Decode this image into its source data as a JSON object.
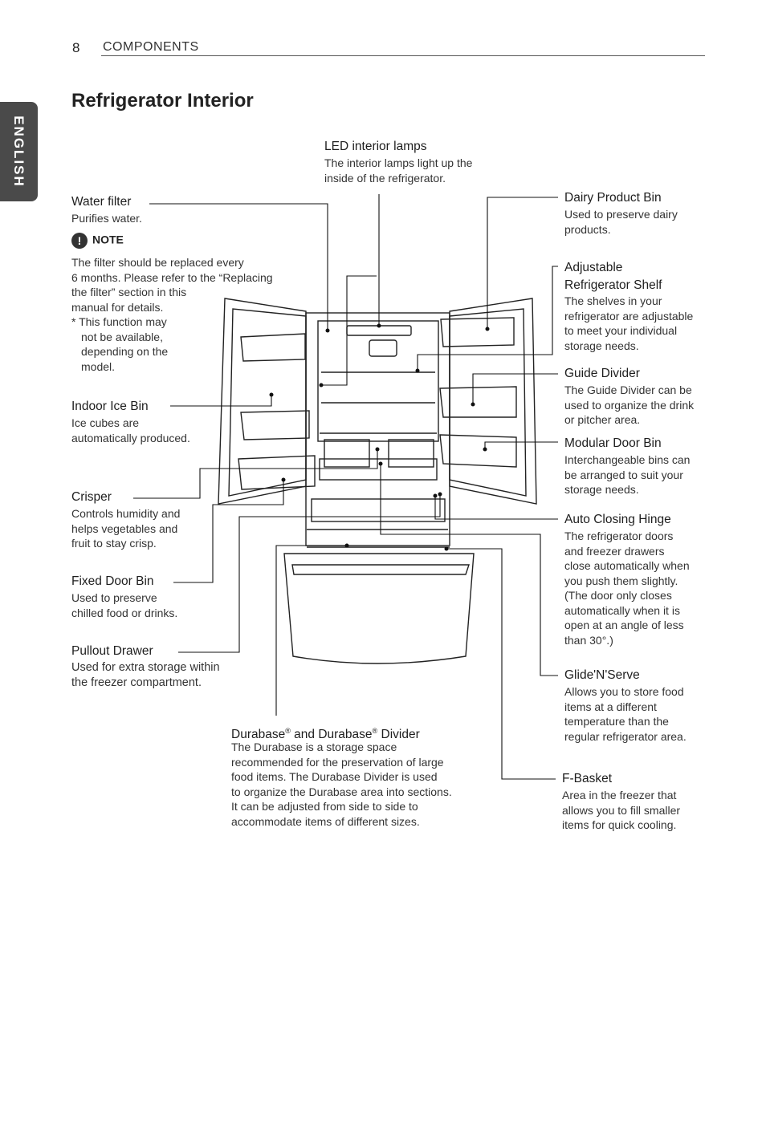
{
  "header": {
    "page_number": "8",
    "section": "COMPONENTS"
  },
  "side_tab": {
    "label": "ENGLISH"
  },
  "title": "Refrigerator Interior",
  "labels": {
    "led_title": "LED interior lamps",
    "led_desc": [
      "The interior lamps light up the",
      "inside of the refrigerator."
    ],
    "water_title": "Water filter",
    "water_desc": [
      "Purifies water."
    ],
    "note_label": "NOTE",
    "note_desc": [
      "The filter should be replaced every",
      "6 months. Please refer to the “Replacing",
      "the filter” section in this",
      "manual for details.",
      "* This function may",
      "not be available,",
      "depending on the",
      "model."
    ],
    "ice_title": "Indoor Ice Bin",
    "ice_desc": [
      "Ice cubes are",
      "automatically produced."
    ],
    "crisper_title": "Crisper",
    "crisper_desc": [
      "Controls humidity and",
      "helps vegetables and",
      "fruit to stay crisp."
    ],
    "fixed_title": "Fixed Door Bin",
    "fixed_desc": [
      "Used to preserve",
      "chilled food or drinks."
    ],
    "pullout_title": "Pullout Drawer",
    "pullout_desc": [
      "Used for extra storage within",
      "the freezer compartment."
    ],
    "durabase_title_a": "Durabase",
    "durabase_title_b": " and Durabase",
    "durabase_title_c": " Divider",
    "reg_mark": "®",
    "durabase_desc": [
      "The Durabase is a storage space",
      "recommended for the preservation of large",
      "food items. The Durabase Divider is used",
      "to organize the Durabase area into sections.",
      "It can be adjusted from side to side to",
      "accommodate items of different sizes."
    ],
    "dairy_title": "Dairy Product Bin",
    "dairy_desc": [
      "Used to preserve dairy",
      "products."
    ],
    "shelf_title": [
      "Adjustable",
      "Refrigerator Shelf"
    ],
    "shelf_desc": [
      "The shelves in your",
      "refrigerator are adjustable",
      "to meet your individual",
      "storage needs."
    ],
    "guide_title": "Guide Divider",
    "guide_desc": [
      "The Guide Divider can be",
      "used to organize the drink",
      "or pitcher area."
    ],
    "modular_title": "Modular Door Bin",
    "modular_desc": [
      "Interchangeable bins can",
      "be arranged to suit your",
      "storage needs."
    ],
    "hinge_title": "Auto Closing Hinge",
    "hinge_desc": [
      "The refrigerator doors",
      "and freezer drawers",
      "close automatically when",
      "you push them slightly.",
      "(The door only closes",
      "automatically when it is",
      "open at an angle of less",
      "than 30°.)"
    ],
    "glide_title": "Glide'N'Serve",
    "glide_desc": [
      "Allows you to store food",
      "items at a different",
      "temperature than the",
      "regular refrigerator area."
    ],
    "fbasket_title": "F-Basket",
    "fbasket_desc": [
      "Area in the freezer that",
      "allows you to fill smaller",
      "items for quick cooling."
    ]
  }
}
